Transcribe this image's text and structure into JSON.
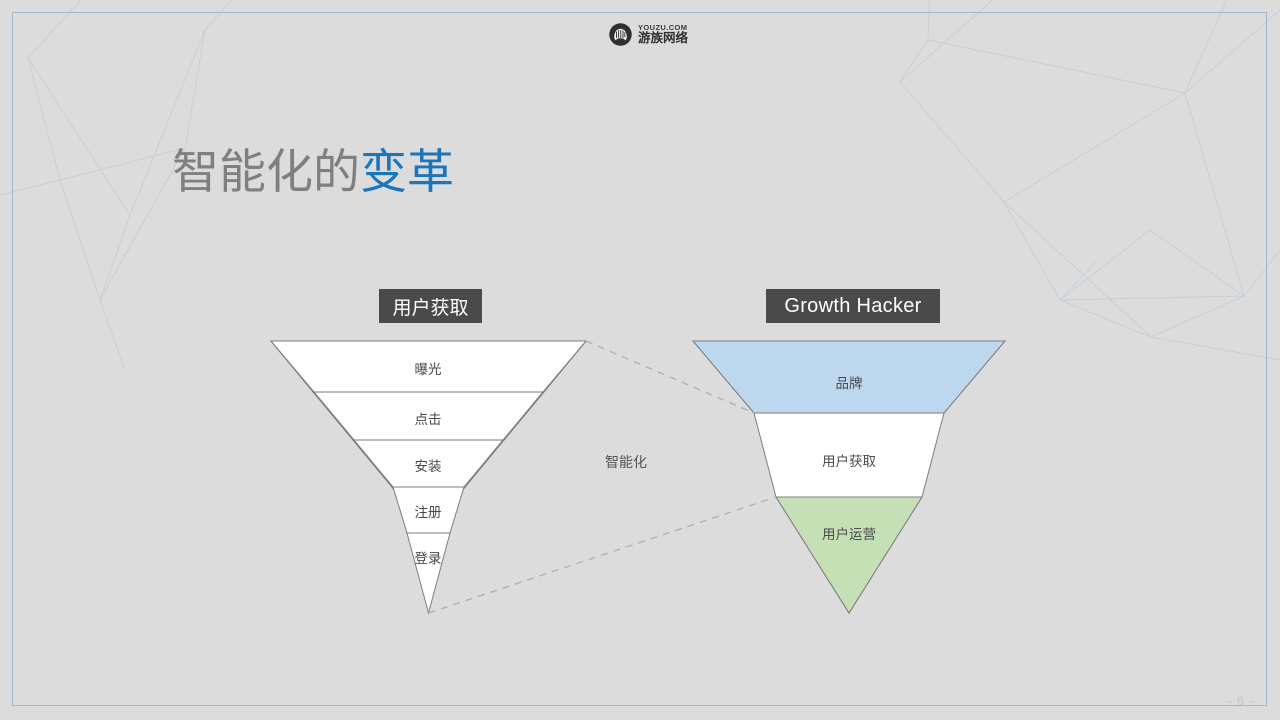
{
  "slide": {
    "page_number": "- 6 -",
    "background_color": "#dcdcdc",
    "border_color": "#9fb6cf"
  },
  "logo": {
    "icon": "youzu-hand-logo-icon",
    "english": "YOUZU.COM",
    "chinese": "游族网络"
  },
  "title": {
    "gray_part": "智能化的",
    "blue_part": "变革",
    "gray_color": "#7f7f7f",
    "blue_color": "#1b75bb"
  },
  "diagram": {
    "type": "funnel-comparison",
    "connector_label": "智能化",
    "left_funnel": {
      "header": "用户获取",
      "header_bg": "#4a4a4a",
      "header_color": "#ffffff",
      "segments": [
        {
          "label": "曝光",
          "fill": "#ffffff"
        },
        {
          "label": "点击",
          "fill": "#ffffff"
        },
        {
          "label": "安装",
          "fill": "#ffffff"
        },
        {
          "label": "注册",
          "fill": "#ffffff"
        },
        {
          "label": "登录",
          "fill": "#ffffff"
        }
      ]
    },
    "right_funnel": {
      "header": "Growth Hacker",
      "header_bg": "#4a4a4a",
      "header_color": "#ffffff",
      "segments": [
        {
          "label": "品牌",
          "fill": "#bdd7ee"
        },
        {
          "label": "用户获取",
          "fill": "#ffffff"
        },
        {
          "label": "用户运营",
          "fill": "#c5e0b4"
        }
      ]
    },
    "connectors": [
      {
        "name": "top-connector",
        "style": "dashed",
        "color": "#b0b0b0"
      },
      {
        "name": "bottom-connector",
        "style": "dashed",
        "color": "#b0b0b0"
      }
    ]
  }
}
